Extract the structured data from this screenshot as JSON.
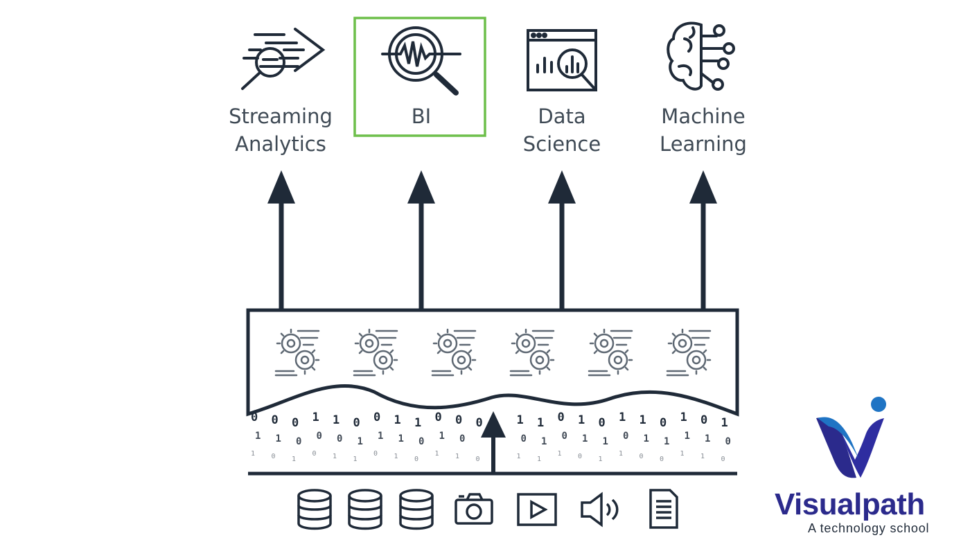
{
  "diagram": {
    "consumers": [
      {
        "id": "streaming-analytics",
        "line1": "Streaming",
        "line2": "Analytics",
        "icon": "streaming-search-icon",
        "highlighted": false
      },
      {
        "id": "bi",
        "line1": "BI",
        "line2": "",
        "icon": "waveform-magnifier-icon",
        "highlighted": true
      },
      {
        "id": "data-science",
        "line1": "Data",
        "line2": "Science",
        "icon": "browser-chart-icon",
        "highlighted": false
      },
      {
        "id": "machine-learning",
        "line1": "Machine",
        "line2": "Learning",
        "icon": "brain-circuit-icon",
        "highlighted": false
      }
    ],
    "processing_icons": [
      "gears-icon",
      "gears-icon",
      "gears-icon",
      "gears-icon",
      "gears-icon",
      "gears-icon"
    ],
    "sources": [
      "database-icon",
      "database-icon",
      "database-icon",
      "camera-icon",
      "play-video-icon",
      "speaker-audio-icon",
      "document-icon"
    ],
    "binary_stream": [
      "0",
      "0",
      "0",
      "1",
      "1",
      "0",
      "0",
      "1",
      "1",
      "0",
      "0",
      "0",
      "1",
      "1",
      "1",
      "0",
      "1",
      "0",
      "1",
      "1",
      "0",
      "1",
      "0",
      "1",
      "1",
      "0",
      "1",
      "1",
      "1",
      "1",
      "0",
      "1",
      "1",
      "0",
      "0",
      "1",
      "1",
      "0",
      "1"
    ],
    "highlight_color": "#6dbf4a",
    "ink_color": "#1f2a38"
  },
  "brand": {
    "name": "Visualpath",
    "tagline": "A technology school",
    "primary_color": "#2b2a8c",
    "accent_color": "#1f74c4",
    "icon": "visualpath-logo-icon"
  }
}
